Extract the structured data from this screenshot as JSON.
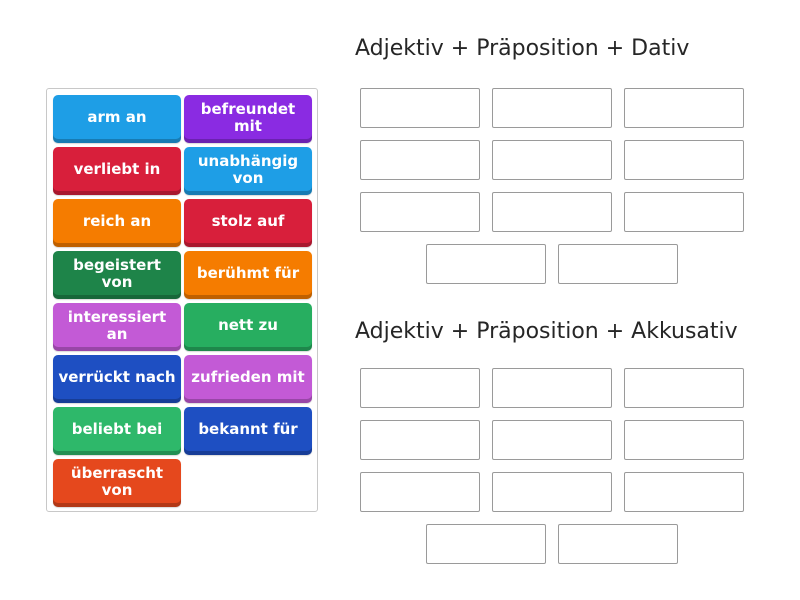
{
  "tiles": [
    {
      "label": "arm an",
      "color": "#1e9ee6"
    },
    {
      "label": "befreundet mit",
      "color": "#8a2be2"
    },
    {
      "label": "verliebt in",
      "color": "#d81f3b"
    },
    {
      "label": "unabhängig von",
      "color": "#1e9ee6"
    },
    {
      "label": "reich an",
      "color": "#f57c00"
    },
    {
      "label": "stolz auf",
      "color": "#d81f3b"
    },
    {
      "label": "begeistert von",
      "color": "#1e8449"
    },
    {
      "label": "berühmt für",
      "color": "#f57c00"
    },
    {
      "label": "interessiert an",
      "color": "#c35ad6"
    },
    {
      "label": "nett zu",
      "color": "#27ae60"
    },
    {
      "label": "verrückt nach",
      "color": "#1e4fc2"
    },
    {
      "label": "zufrieden mit",
      "color": "#c35ad6"
    },
    {
      "label": "beliebt bei",
      "color": "#2eb86a"
    },
    {
      "label": "bekannt für",
      "color": "#1e4fc2"
    },
    {
      "label": "überrascht von",
      "color": "#e5481d"
    }
  ],
  "groups": [
    {
      "title": "Adjektiv + Präposition + Dativ",
      "slots": 11
    },
    {
      "title": "Adjektiv + Präposition + Akkusativ",
      "slots": 11
    }
  ]
}
